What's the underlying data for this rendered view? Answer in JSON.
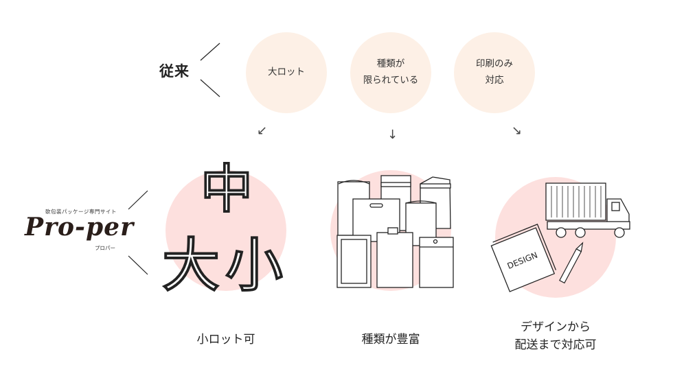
{
  "left_labels": {
    "conventional": "従来",
    "logo_tagline": "軟包装パッケージ専門サイト",
    "logo_name": "Pro-per",
    "logo_kana": "プロパー"
  },
  "conventional_items": [
    {
      "text": "大ロット"
    },
    {
      "text": "種類が\n限られている"
    },
    {
      "text": "印刷のみ\n対応"
    }
  ],
  "illustrations": {
    "size_chars": [
      "中",
      "大",
      "小"
    ],
    "design_book_text": "DESIGN"
  },
  "proper_items": [
    {
      "text": "小ロット可"
    },
    {
      "text": "種類が豊富"
    },
    {
      "text": "デザインから\n配送まで対応可"
    }
  ],
  "colors": {
    "top_circle": "#fdf0e6",
    "bottom_circle": "#fde0de",
    "line": "#222222"
  }
}
